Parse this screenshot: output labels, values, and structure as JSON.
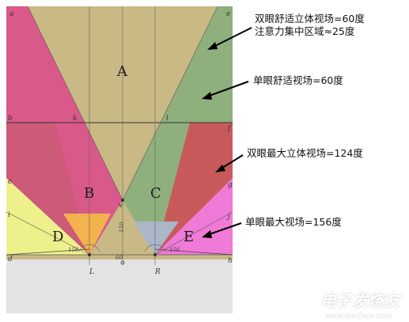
{
  "annotations": {
    "binocular_comfort_line1": "双眼舒适立体视场=60度",
    "binocular_comfort_line2": "注意力集中区域≈25度",
    "monocular_comfort": "单眼舒适视场=60度",
    "binocular_max": "双眼最大立体视场=124度",
    "monocular_max": "单眼最大视场=156度"
  },
  "regions": {
    "A": "A",
    "B": "B",
    "C": "C",
    "D": "D",
    "E": "E"
  },
  "points": {
    "a": "a",
    "b": "b",
    "c": "c",
    "d": "d",
    "e": "e",
    "f": "f",
    "g": "g",
    "h": "h",
    "i": "i",
    "j": "j",
    "k": "k",
    "l": "l",
    "L": "L",
    "R": "R",
    "v": "v",
    "O": "O"
  },
  "small_labels": {
    "angle_left": "156",
    "angle_right": "156",
    "mid_60": "60",
    "mid_150": "150"
  },
  "watermark": {
    "text": "电子发烧友",
    "url": "www.elecfans.com"
  },
  "colors": {
    "region_A": "#c8b880",
    "pink": "#d95a8c",
    "green": "#8cb07c",
    "yellow": "#eef08c",
    "magenta": "#f07ad8",
    "orange": "#f2b050",
    "gray": "#e3e3e3",
    "red": "#d25a5a",
    "frame": "#d0c49a"
  }
}
